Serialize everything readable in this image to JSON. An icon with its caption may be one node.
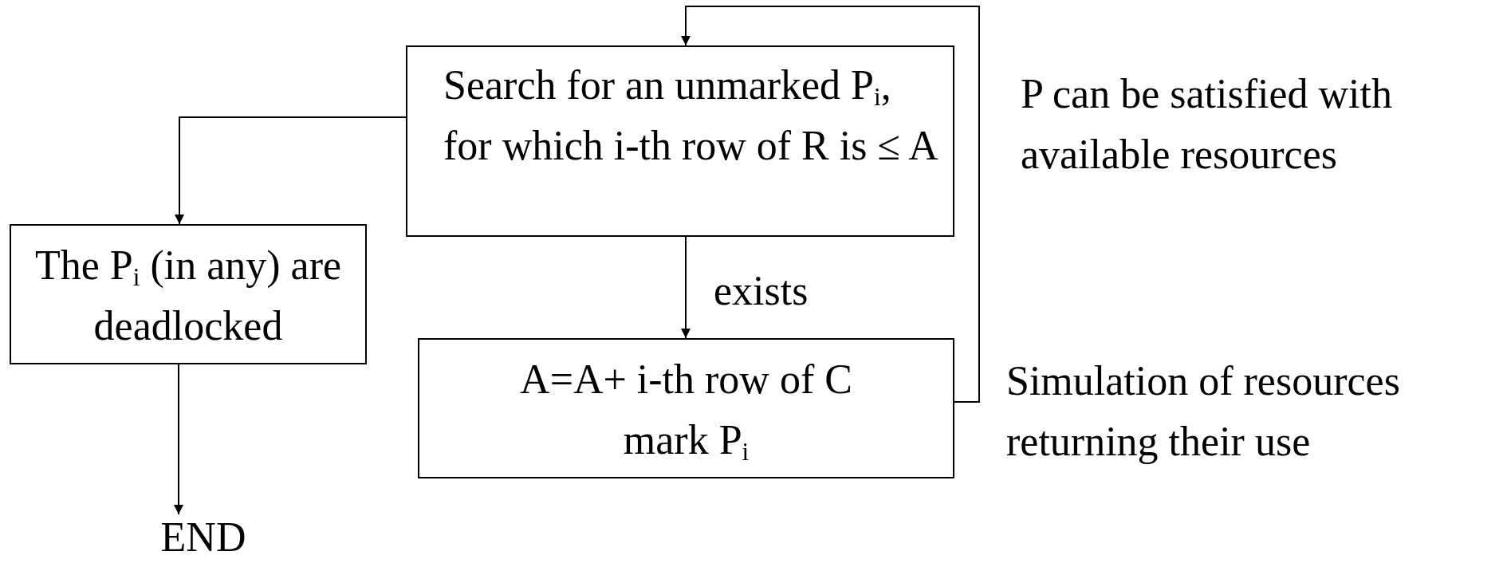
{
  "diagram": {
    "nodes": [
      {
        "text": [
          "Search for an unmarked P$_{i}$, for which i-th row of R is ≤ A"
        ]
      },
      {
        "text": [
          "The P$_{i}$ (in any) are deadlocked"
        ]
      },
      {
        "text": [
          "A=A+ i-th row of C mark P$_{i}$"
        ]
      },
      {
        "text": [
          "END"
        ]
      }
    ],
    "edges": [
      {
        "from": 0,
        "to": 1,
        "arrow": "to"
      },
      {
        "from": 0,
        "to": 2,
        "arrow": "to",
        "label": "exists"
      },
      {
        "from": 2,
        "to": 0,
        "arrow": "to"
      },
      {
        "from": 1,
        "to": 3,
        "arrow": "to"
      }
    ],
    "labels": [
      "P can be satisfied with available resources",
      "Simulation of resources returning their use"
    ]
  }
}
